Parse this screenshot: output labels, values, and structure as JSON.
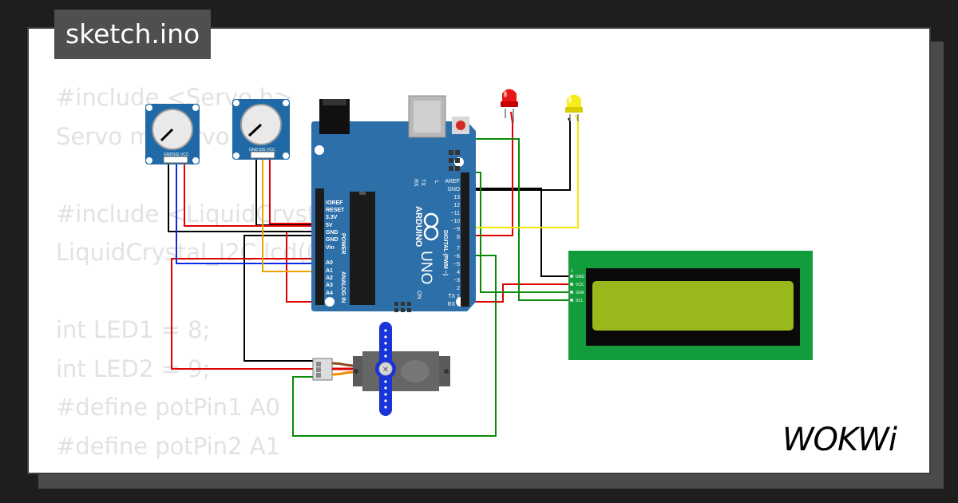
{
  "title": "sketch.ino",
  "code_lines": [
    "#include <Servo.h>",
    "Servo myservo;",
    "",
    "#include <LiquidCrystal_I2C.h>",
    "LiquidCrystal_I2C lcd(0x27, 16, 2);",
    "",
    "int LED1 = 8;",
    "int LED2 = 9;",
    "#define potPin1 A0",
    "#define potPin2 A1"
  ],
  "logo_text": "WOKWi",
  "arduino": {
    "brand": "ARDUINO",
    "model": "UNO",
    "digital_label": "DIGITAL (PWM ~)",
    "power_label": "POWER",
    "analog_label": "ANALOG IN",
    "on_label": "ON",
    "tx_label": "TX",
    "rx_label": "RX",
    "l_label": "L",
    "top_pins": [
      "AREF",
      "GND",
      "13",
      "12",
      "~11",
      "~10",
      "~9",
      "8",
      "7",
      "~6",
      "~5",
      "4",
      "~3",
      "2",
      "TX 1",
      "RX 0"
    ],
    "left_pins": [
      "IOREF",
      "RESET",
      "3.3V",
      "5V",
      "GND",
      "GND",
      "Vin",
      "A0",
      "A1",
      "A2",
      "A3",
      "A4",
      "A5"
    ]
  },
  "potentiometer_pins": [
    "GND",
    "SIG",
    "VCC"
  ],
  "lcd_pins": [
    "GND",
    "VCC",
    "SDA",
    "SCL"
  ],
  "lcd_pin1_label": "1",
  "colors": {
    "board": "#2d6fa8",
    "lcd_pcb": "#139c3c",
    "lcd_screen": "#99b81c",
    "wire_red": "#e00000",
    "wire_black": "#000000",
    "wire_blue": "#0a2be6",
    "wire_orange": "#f0a000",
    "wire_green": "#0a8a0a",
    "wire_yellow": "#f2e600",
    "servo_horn": "#1a34d6"
  }
}
